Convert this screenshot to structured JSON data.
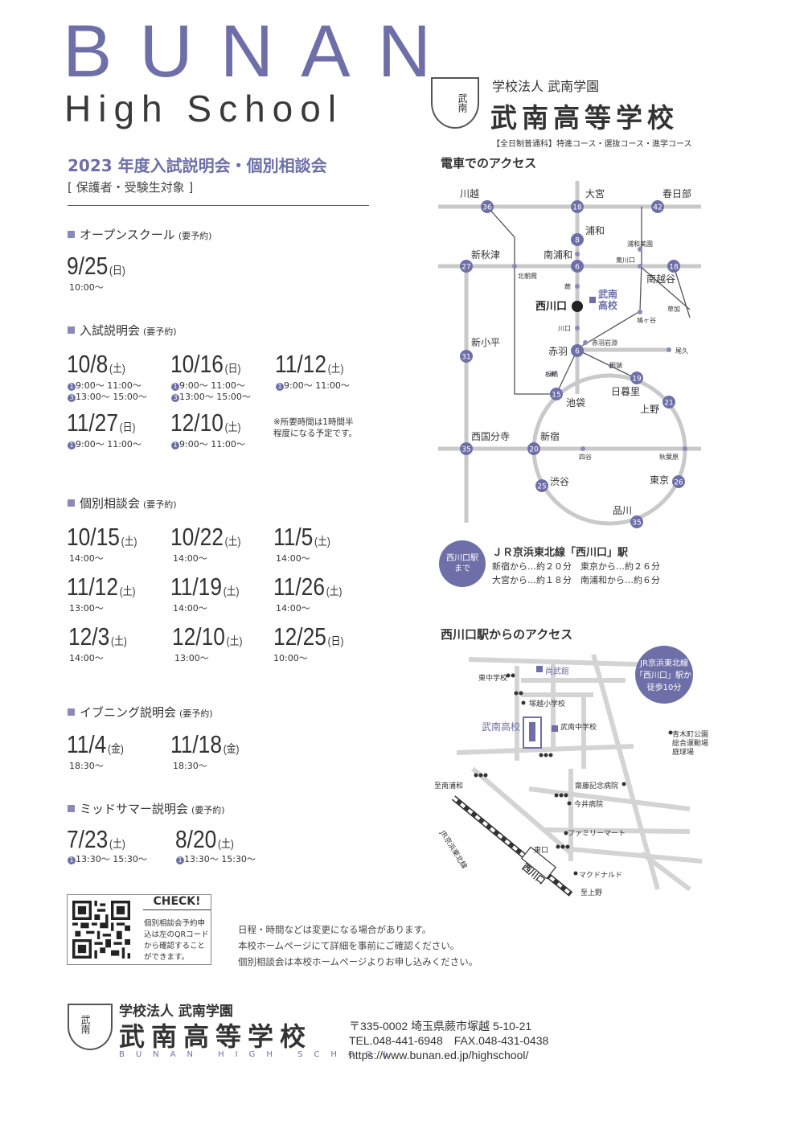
{
  "header": {
    "title_big": "BUNAN",
    "title_sub": "High School",
    "year_title": "2023 年度入試説明会・個別相談会",
    "target": "[ 保護者・受験生対象 ]"
  },
  "school": {
    "corp": "学校法人 武南学園",
    "name": "武南高等学校",
    "emblem_text": "武南",
    "courses": "【全日制普通科】特進コース・選抜コース・進学コース"
  },
  "sections": {
    "open_school": {
      "title": "オープンスクール",
      "note": "(要予約)"
    },
    "exam_briefing": {
      "title": "入試説明会",
      "note": "(要予約)"
    },
    "consultation": {
      "title": "個別相談会",
      "note": "(要予約)"
    },
    "evening": {
      "title": "イブニング説明会",
      "note": "(要予約)"
    },
    "midsummer": {
      "title": "ミッドサマー説明会",
      "note": "(要予約)"
    }
  },
  "open_school_events": [
    {
      "date": "9/25",
      "dow": "(日)",
      "time": "10:00～"
    }
  ],
  "exam_events": [
    {
      "date": "10/8",
      "dow": "(土)",
      "time1": "9:00～  11:00～",
      "time2": "13:00～  15:00～"
    },
    {
      "date": "10/16",
      "dow": "(日)",
      "time1": "9:00～  11:00～",
      "time2": "13:00～  15:00～"
    },
    {
      "date": "11/12",
      "dow": "(土)",
      "time1": "9:00～  11:00～",
      "time2": ""
    },
    {
      "date": "11/27",
      "dow": "(日)",
      "time1": "9:00～  11:00～",
      "time2": ""
    },
    {
      "date": "12/10",
      "dow": "(土)",
      "time1": "9:00～  11:00～",
      "time2": ""
    }
  ],
  "exam_note": "※所要時間は1時間半\n程度になる予定です。",
  "consult_events": [
    {
      "date": "10/15",
      "dow": "(土)",
      "time": "14:00～"
    },
    {
      "date": "10/22",
      "dow": "(土)",
      "time": "14:00～"
    },
    {
      "date": "11/5",
      "dow": "(土)",
      "time": "14:00～"
    },
    {
      "date": "11/12",
      "dow": "(土)",
      "time": "13:00～"
    },
    {
      "date": "11/19",
      "dow": "(土)",
      "time": "14:00～"
    },
    {
      "date": "11/26",
      "dow": "(土)",
      "time": "14:00～"
    },
    {
      "date": "12/3",
      "dow": "(土)",
      "time": "14:00～"
    },
    {
      "date": "12/10",
      "dow": "(土)",
      "time": "13:00～"
    },
    {
      "date": "12/25",
      "dow": "(日)",
      "time": "10:00～"
    }
  ],
  "evening_events": [
    {
      "date": "11/4",
      "dow": "(金)",
      "time": "18:30～"
    },
    {
      "date": "11/18",
      "dow": "(金)",
      "time": "18:30～"
    }
  ],
  "midsummer_events": [
    {
      "date": "7/23",
      "dow": "(土)",
      "time": "13:30～  15:30～"
    },
    {
      "date": "8/20",
      "dow": "(土)",
      "time": "13:30～  15:30～"
    }
  ],
  "check": {
    "label": "CHECK!",
    "text": "個別相談会予約申込は左のQRコードから確認することができます。"
  },
  "notices": [
    "日程・時間などは変更になる場合があります。",
    "本校ホームページにて詳細を事前にご確認ください。",
    "個別相談会は本校ホームページよりお申し込みください。"
  ],
  "footer": {
    "corp": "学校法人 武南学園",
    "name": "武南高等学校",
    "name_en": "BUNAN HIGH SCHOOL",
    "address": "〒335-0002 埼玉県蕨市塚越 5-10-21",
    "tel_fax": "TEL.048-441-6948　FAX.048-431-0438",
    "url": "https://www.bunan.ed.jp/highschool/"
  },
  "train_map": {
    "heading": "電車でのアクセス",
    "stations": {
      "kawagoe": "川越",
      "omiya": "大宮",
      "kasukabe": "春日部",
      "urawa": "浦和",
      "urawamisono": "浦和美園",
      "shinakitsu": "新秋津",
      "minamiurawa": "南浦和",
      "higashikawaguchi": "東川口",
      "minamikoshigaya": "南越谷",
      "kitaasaka": "北朝霞",
      "warabi": "蕨",
      "nishikawaguchi": "西川口",
      "school": "武南\n高校",
      "soka": "草加",
      "hatogaya": "鳩ヶ谷",
      "kawaguchi": "川口",
      "akabaneiwabuchi": "赤羽岩淵",
      "shinkodaira": "新小平",
      "akabane": "赤羽",
      "hisashi": "尾久",
      "itabashi": "板橋",
      "tabata": "田端",
      "nippori": "日暮里",
      "ikebukuro": "池袋",
      "ueno": "上野",
      "nishikokubunji": "西国分寺",
      "shinjuku": "新宿",
      "yotsuya": "四谷",
      "akihabara": "秋葉原",
      "shibuya": "渋谷",
      "tokyo": "東京",
      "shinagawa": "品川"
    },
    "minutes": {
      "kawagoe": "36",
      "omiya": "18",
      "kasukabe": "42",
      "urawa": "8",
      "shinakitsu": "27",
      "minamiurawa": "6",
      "minamikoshigaya": "18",
      "shinkodaira": "31",
      "akabane": "6",
      "nippori": "19",
      "ikebukuro": "15",
      "ueno": "21",
      "nishikokubunji": "35",
      "shinjuku": "20",
      "shibuya": "25",
      "tokyo": "26",
      "shinagawa": "35"
    },
    "badge": "西川口駅\nまで",
    "line_title": "ＪＲ京浜東北線「西川口」駅",
    "times1": "新宿から…約２０分　東京から…約２６分",
    "times2": "大宮から…約１８分　南浦和から…約６分"
  },
  "walk_map": {
    "heading": "西川口駅からのアクセス",
    "badge": "JR京浜東北線\n「西川口」駅から\n徒歩10分",
    "labels": {
      "naotake": "尚武館",
      "east_jhs": "東中学校",
      "tsukagoshi": "塚越小学校",
      "school": "武南高校",
      "bunan_jhs": "武南中学校",
      "park": "青木町公園\n総合運動場\n庭球場",
      "to_minamiurawa": "至南浦和",
      "saito": "齋藤記念病院",
      "imai": "今井病院",
      "jr_line": "JR京浜東北線",
      "familymart": "ファミリーマート",
      "east_exit": "東口",
      "nishikawaguchi": "西川口",
      "mcdonalds": "マクドナルド",
      "to_kaminoyama": "至上野"
    }
  }
}
